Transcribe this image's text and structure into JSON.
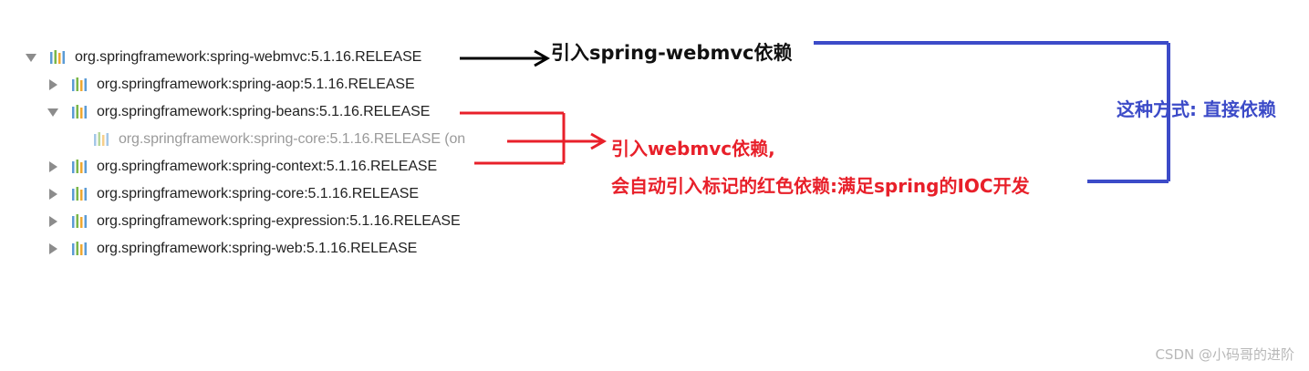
{
  "tree": {
    "rows": [
      {
        "label": "org.springframework:spring-webmvc:5.1.16.RELEASE",
        "expanded": true,
        "omitted": false
      },
      {
        "label": "org.springframework:spring-aop:5.1.16.RELEASE",
        "expanded": false,
        "omitted": false
      },
      {
        "label": "org.springframework:spring-beans:5.1.16.RELEASE",
        "expanded": true,
        "omitted": false
      },
      {
        "label": "org.springframework:spring-core:5.1.16.RELEASE (on",
        "expanded": null,
        "omitted": true
      },
      {
        "label": "org.springframework:spring-context:5.1.16.RELEASE",
        "expanded": false,
        "omitted": false
      },
      {
        "label": "org.springframework:spring-core:5.1.16.RELEASE",
        "expanded": false,
        "omitted": false
      },
      {
        "label": "org.springframework:spring-expression:5.1.16.RELEASE",
        "expanded": false,
        "omitted": false
      },
      {
        "label": "org.springframework:spring-web:5.1.16.RELEASE",
        "expanded": false,
        "omitted": false
      }
    ]
  },
  "annotations": {
    "black_note": "引入spring-webmvc依赖",
    "red_note_line1": "引入webmvc依赖,",
    "red_note_line2": "会自动引入标记的红色依赖:满足spring的IOC开发",
    "blue_note": "这种方式: 直接依赖"
  },
  "watermark": "CSDN @小码哥的进阶",
  "colors": {
    "black_arrow": "#000000",
    "red_annotation": "#e8202a",
    "blue_annotation": "#3c4bc8",
    "toggle_arrow": "#8c8c8c",
    "icon_bars": [
      "#5b9bd5",
      "#7ab648",
      "#f0a830",
      "#5b9bd5"
    ]
  },
  "icons": {
    "expanded_toggle": "triangle-down-icon",
    "collapsed_toggle": "triangle-right-icon",
    "library": "maven-library-icon"
  }
}
